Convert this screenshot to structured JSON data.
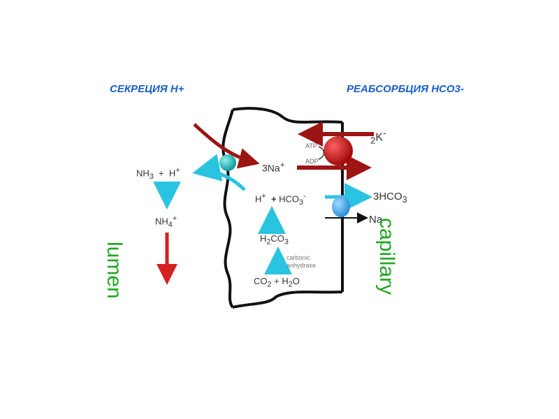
{
  "headings": {
    "left": "СЕКРЕЦИЯ Н+",
    "right": "РЕАБСОРБЦИЯ НСО3-"
  },
  "labels": {
    "nh3_h": "NH<sub>3</sub> &nbsp;+&nbsp; H<sup>+</sup>",
    "nh4": "NH<sub>4</sub><sup>+</sup>",
    "na3": "3Na<sup>+</sup>",
    "k2": "<sub>2</sub>K<sup>-</sup>",
    "atp": "ATP",
    "adp": "ADP",
    "h_hco3": "H<sup>+</sup> &nbsp;<b>+</b> HCO<sub>3</sub><sup>-</sup>",
    "hco3_3": "3HCO<sub>3</sub>",
    "na": "Na",
    "h2co3": "H<sub>2</sub>CO<sub>3</sub>",
    "enzyme_1": "carbonic",
    "enzyme_2": "anhydrase",
    "co2_h2o": "CO<sub>2</sub> + H<sub>2</sub>O",
    "lumen": "lumen",
    "capillary": "capillary"
  },
  "colors": {
    "heading": "#1a5fc8",
    "label": "#333333",
    "cyan_arrow": "#29c4e0",
    "red_arrow": "#d42020",
    "dark_red": "#9c1414",
    "green_text": "#1ea71e",
    "pump": "#c41414",
    "channel": "#3aa0e6"
  }
}
